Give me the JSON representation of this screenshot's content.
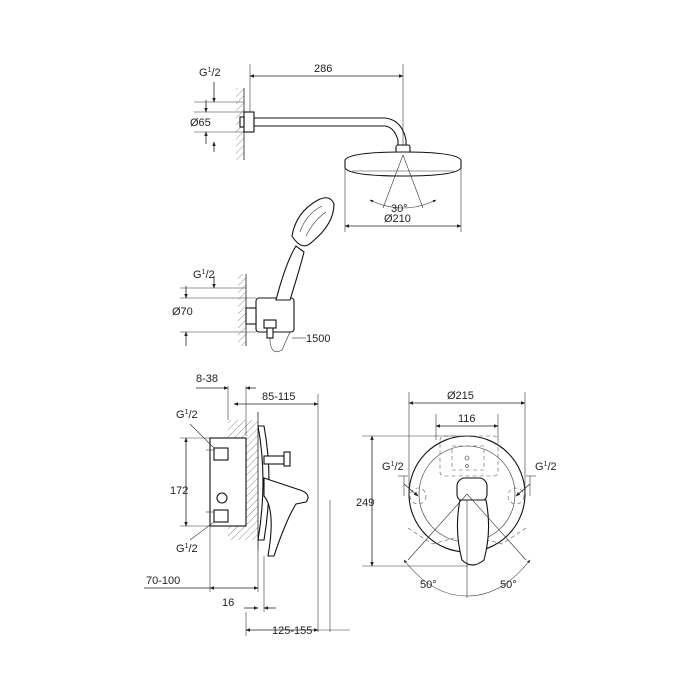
{
  "labels": {
    "arm_length": "286",
    "wall_flange_thread_1": "G",
    "wall_flange_thread_1_sup": "1",
    "wall_flange_thread_1_sub": "/2",
    "wall_flange_dia": "Ø65",
    "spray_angle": "30°",
    "head_dia": "Ø210",
    "outlet_thread_2": "G",
    "outlet_thread_2_sup": "1",
    "outlet_thread_2_sub": "/2",
    "outlet_dia": "Ø70",
    "hose_length": "1500",
    "body_depth_range": "8-38",
    "mixer_offset": "85-115",
    "box_height": "172",
    "side_thread_top": "G",
    "side_thread_top_sup": "1",
    "side_thread_top_sub": "/2",
    "side_thread_bottom": "G",
    "side_thread_bottom_sup": "1",
    "side_thread_bottom_sub": "/2",
    "wall_range": "70-100",
    "plate_depth": "16",
    "lever_reach": "125-155",
    "plate_dia": "Ø215",
    "plate_inner": "116",
    "front_thread_left": "G",
    "front_thread_left_sup": "1",
    "front_thread_left_sub": "/2",
    "front_thread_right": "G",
    "front_thread_right_sup": "1",
    "front_thread_right_sub": "/2",
    "plate_height": "249",
    "rotation_left": "50°",
    "rotation_right": "50°"
  }
}
